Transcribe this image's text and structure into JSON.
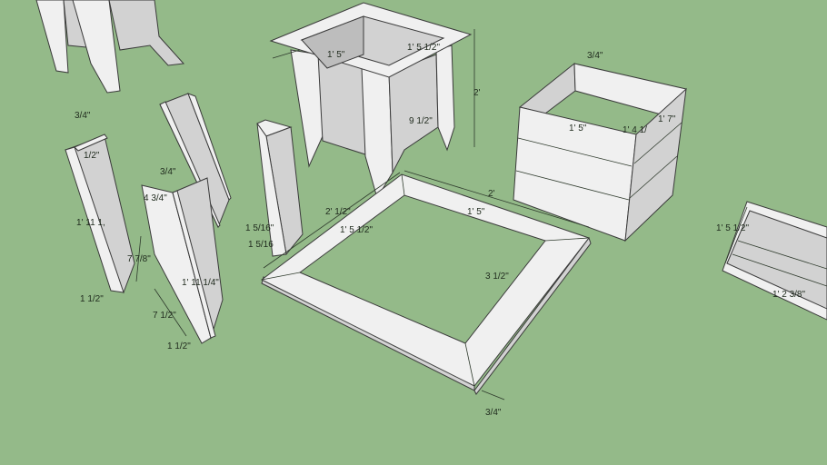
{
  "background_color": "#94ba89",
  "dimension_labels": [
    "3/4\"",
    "1/2\"",
    "1' 11 1,",
    "7 7/8\"",
    "1 1/2\"",
    "3/4\"",
    "4 3/4\"",
    "1' 11 1/4\"",
    "7 1/2\"",
    "1 1/2\"",
    "1 5/16\"",
    "1 5/16",
    "1' 5\"",
    "1' 5 1/2\"",
    "2'",
    "9 1/2\"",
    "2' 1/2\"",
    "1' 5 1/2\"",
    "2'",
    "1' 5\"",
    "3 1/2\"",
    "3/4\"",
    "3/4\"",
    "1' 5\"",
    "1' 4 1/",
    "1' 7\"",
    "1' 5 1/2\"",
    "1' 2 3/8\""
  ]
}
